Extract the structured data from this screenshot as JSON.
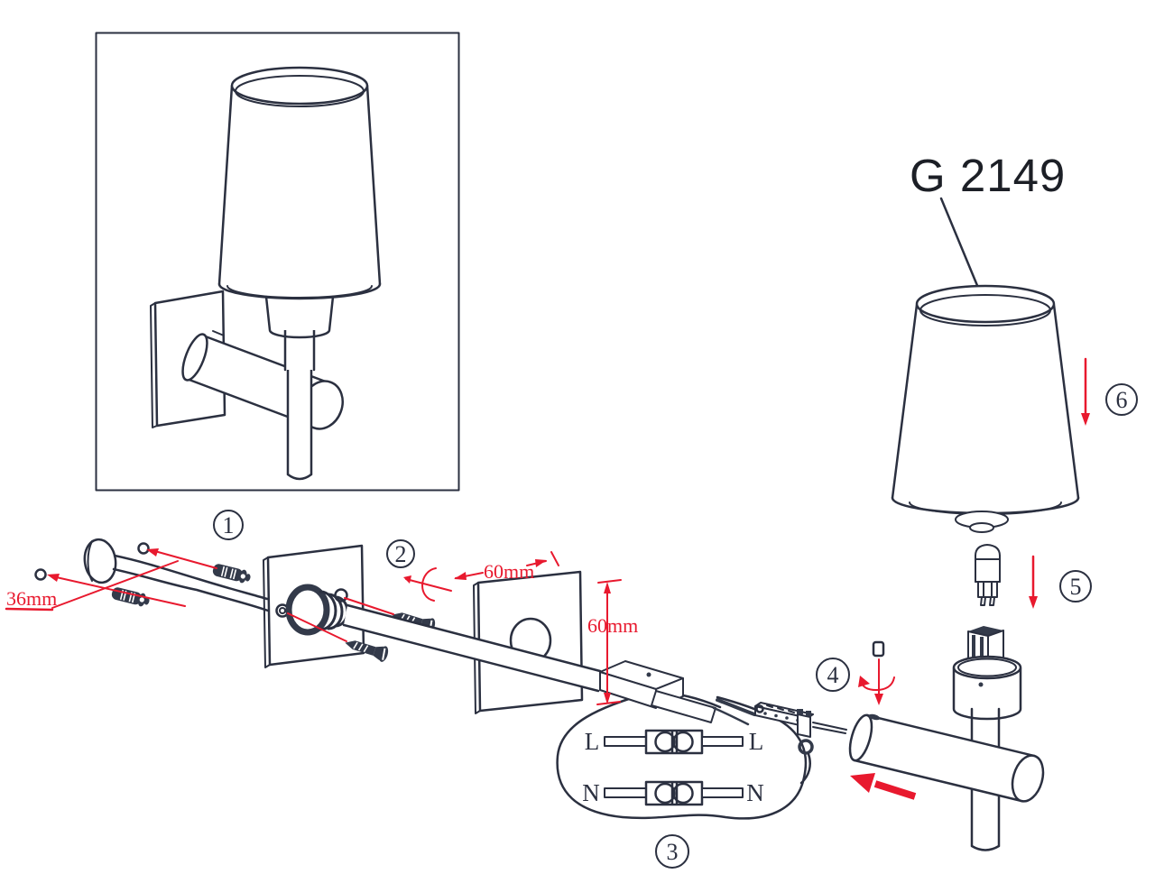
{
  "product": {
    "model": "G 2149"
  },
  "steps": [
    {
      "number": "1"
    },
    {
      "number": "2"
    },
    {
      "number": "3"
    },
    {
      "number": "4"
    },
    {
      "number": "5"
    },
    {
      "number": "6"
    }
  ],
  "measurements": {
    "hole_spacing": "36mm",
    "bracket_width": "60mm",
    "bracket_height": "60mm"
  },
  "wiring": {
    "rows": [
      {
        "left": "L",
        "right": "L"
      },
      {
        "left": "N",
        "right": "N"
      }
    ]
  },
  "colors": {
    "line": "#2b3040",
    "dark_fill": "#333a4a",
    "annotation_red": "#e8192e",
    "background": "#ffffff"
  }
}
